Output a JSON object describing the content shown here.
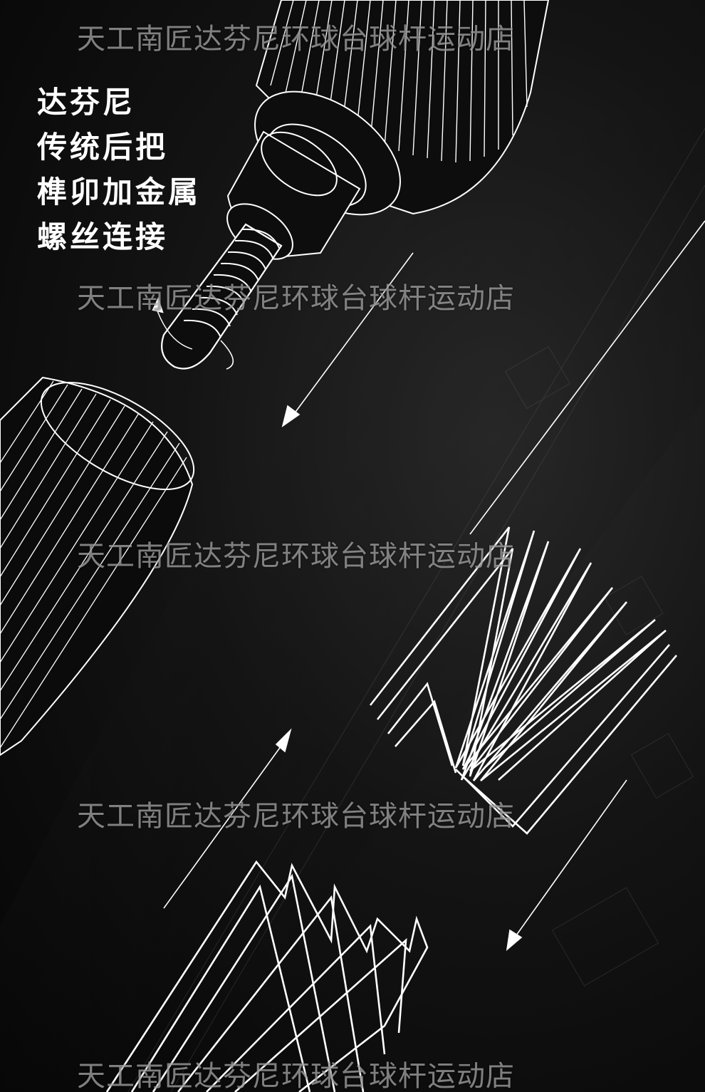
{
  "headline": {
    "lines": [
      "达芬尼",
      "传统后把",
      "榫卯加金属",
      "螺丝连接"
    ]
  },
  "watermark": {
    "text": "天工南匠达芬尼环球台球杆运动店"
  },
  "colors": {
    "background": "#0b0b0b",
    "line_art": "#ffffff",
    "text": "#ffffff"
  },
  "icons": [
    "screw-joint-illustration",
    "cue-butt-cylinder",
    "cue-shaft-cylinder",
    "mortise-tenon-joint",
    "direction-arrow"
  ]
}
